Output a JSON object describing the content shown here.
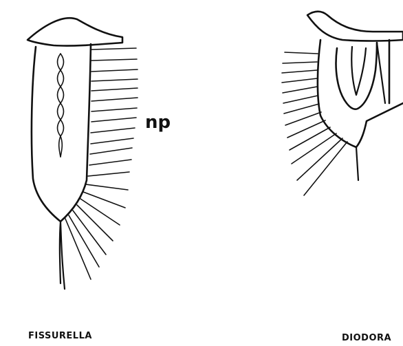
{
  "figure": {
    "annotation": "np",
    "captions": {
      "left": "FISSURELLA",
      "right": "DIODORA"
    },
    "line_color": "#111111"
  }
}
